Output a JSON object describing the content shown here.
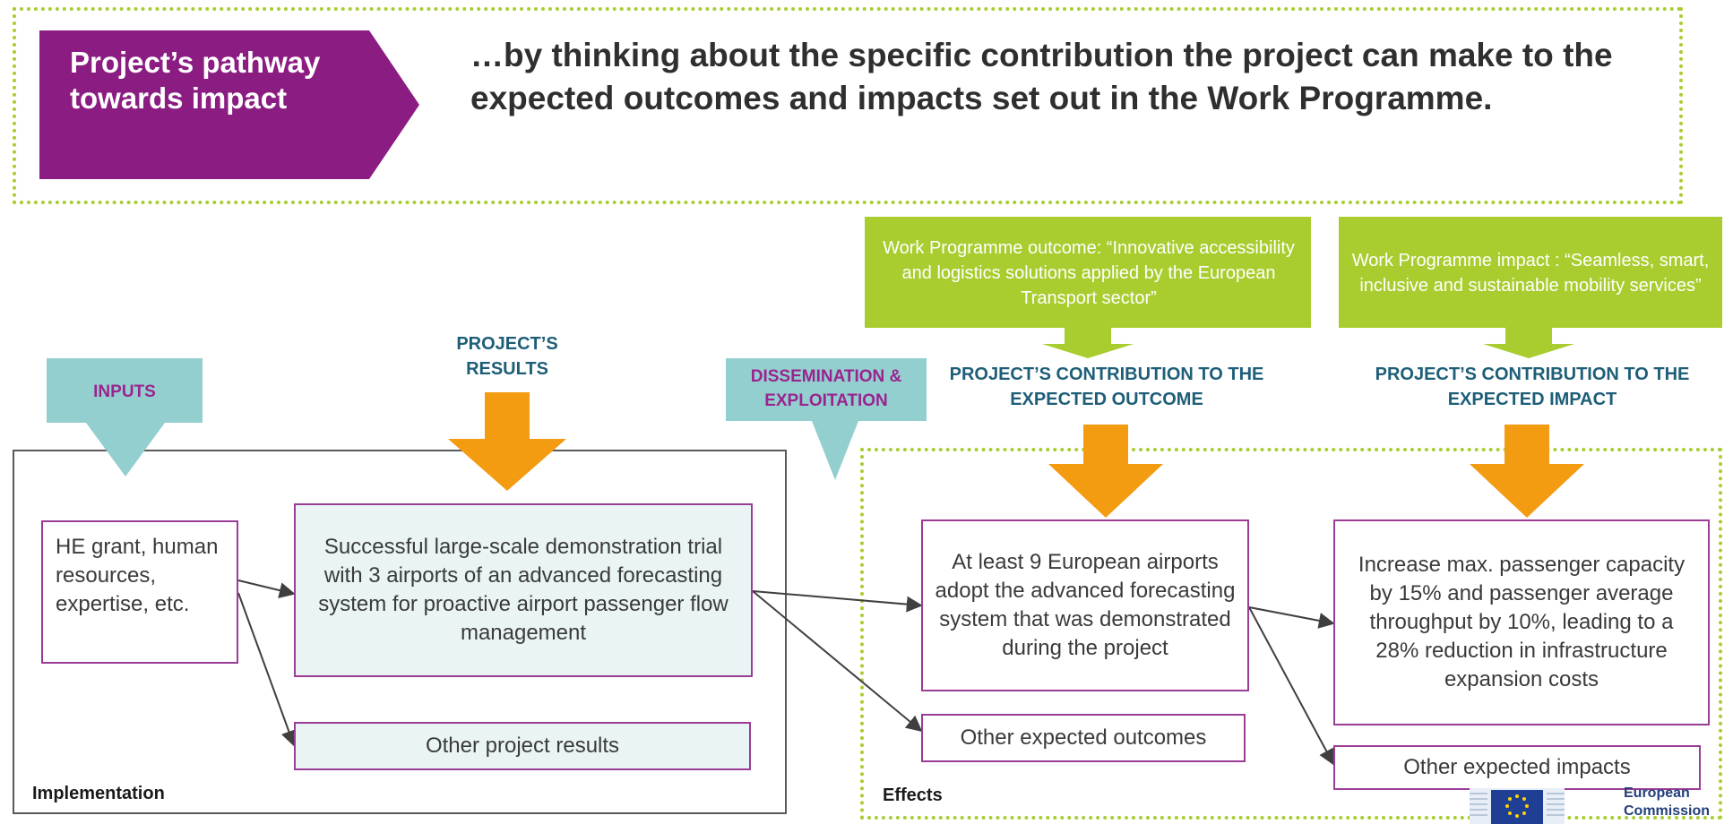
{
  "header": {
    "pathway_label": "Project’s pathway towards impact",
    "headline": "…by thinking about the specific contribution the project can make to the expected outcomes and impacts set out in the Work Programme."
  },
  "implementation": {
    "label": "Implementation",
    "inputs_heading": "INPUTS",
    "results_heading": "PROJECT’S RESULTS",
    "dissemination_heading": "DISSEMINATION & EXPLOITATION",
    "inputs_box": "HE grant, human resources, expertise, etc.",
    "main_result": "Successful large-scale demonstration trial with 3 airports of an advanced forecasting system for proactive airport passenger flow management",
    "other_results": "Other project results"
  },
  "effects": {
    "label": "Effects",
    "wp_outcome": "Work Programme outcome: “Innovative accessibility and logistics solutions applied by the European Transport sector”",
    "wp_impact": "Work Programme impact : “Seamless, smart, inclusive and sustainable mobility services”",
    "outcome_heading": "PROJECT’S CONTRIBUTION TO THE EXPECTED OUTCOME",
    "impact_heading": "PROJECT’S CONTRIBUTION TO THE EXPECTED IMPACT",
    "outcome_box": "At least 9 European airports adopt the advanced forecasting system that was demonstrated during the project",
    "other_outcomes": "Other expected outcomes",
    "impact_box": "Increase max. passenger capacity by 15% and passenger average throughput by 10%, leading to a 28% reduction in infrastructure expansion costs",
    "other_impacts": "Other expected impacts"
  },
  "footer": {
    "logo_text": "European Commission"
  },
  "colors": {
    "purple": "#8b1d82",
    "lime": "#a9cd2f",
    "teal": "#94cfcf",
    "orange": "#f39c12",
    "dark_blue": "#1e5e78"
  }
}
